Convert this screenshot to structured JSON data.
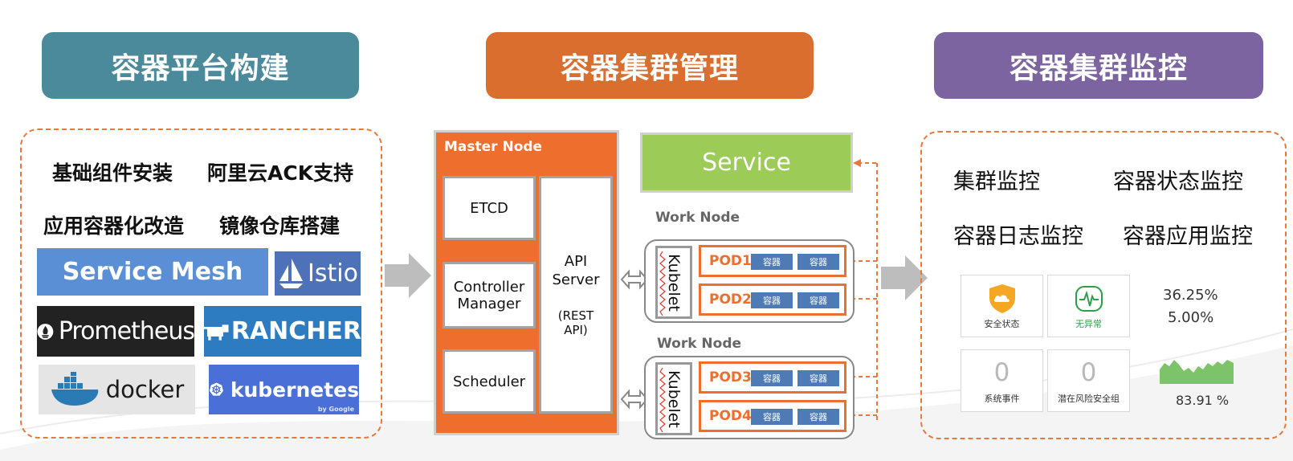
{
  "headers": {
    "build": "容器平台构建",
    "manage": "容器集群管理",
    "monitor": "容器集群监控"
  },
  "build": {
    "features": [
      "基础组件安装",
      "阿里云ACK支持",
      "应用容器化改造",
      "镜像仓库搭建"
    ],
    "logos": {
      "service_mesh": "Service Mesh",
      "istio": "Istio",
      "prometheus": "Prometheus",
      "rancher": "RANCHER",
      "docker": "docker",
      "kubernetes": "kubernetes",
      "kubernetes_sub": "by Google"
    }
  },
  "cluster": {
    "master_title": "Master Node",
    "etcd": "ETCD",
    "controller": "Controller Manager",
    "scheduler": "Scheduler",
    "api_title": "API Server",
    "api_sub": "(REST API)",
    "service": "Service",
    "work_node_label": "Work Node",
    "kubelet": "Kubelet",
    "container": "容器",
    "pods": [
      "POD1",
      "POD2",
      "POD3",
      "POD4"
    ]
  },
  "monitor": {
    "items": [
      "集群监控",
      "容器状态监控",
      "容器日志监控",
      "容器应用监控"
    ],
    "cards": {
      "security_label": "安全状态",
      "health_label": "无异常",
      "events_value": "0",
      "events_label": "系统事件",
      "risk_value": "0",
      "risk_label": "潜在风险安全组"
    },
    "stats": [
      "36.25%",
      "5.00%",
      "83.91 %"
    ]
  },
  "colors": {
    "build": "#4a8a9b",
    "manage": "#d96e2e",
    "monitor": "#7b649f",
    "accent_orange": "#ee6f2d",
    "service_green": "#9ccb58",
    "container_blue": "#4e7bb6",
    "health_green": "#2e9e48"
  },
  "icons": [
    "istio-sail-icon",
    "prometheus-flame-icon",
    "rancher-bull-icon",
    "docker-whale-icon",
    "kubernetes-helm-icon",
    "shield-cloud-icon",
    "heartbeat-icon",
    "area-sparkline-icon",
    "double-arrow-icon"
  ]
}
